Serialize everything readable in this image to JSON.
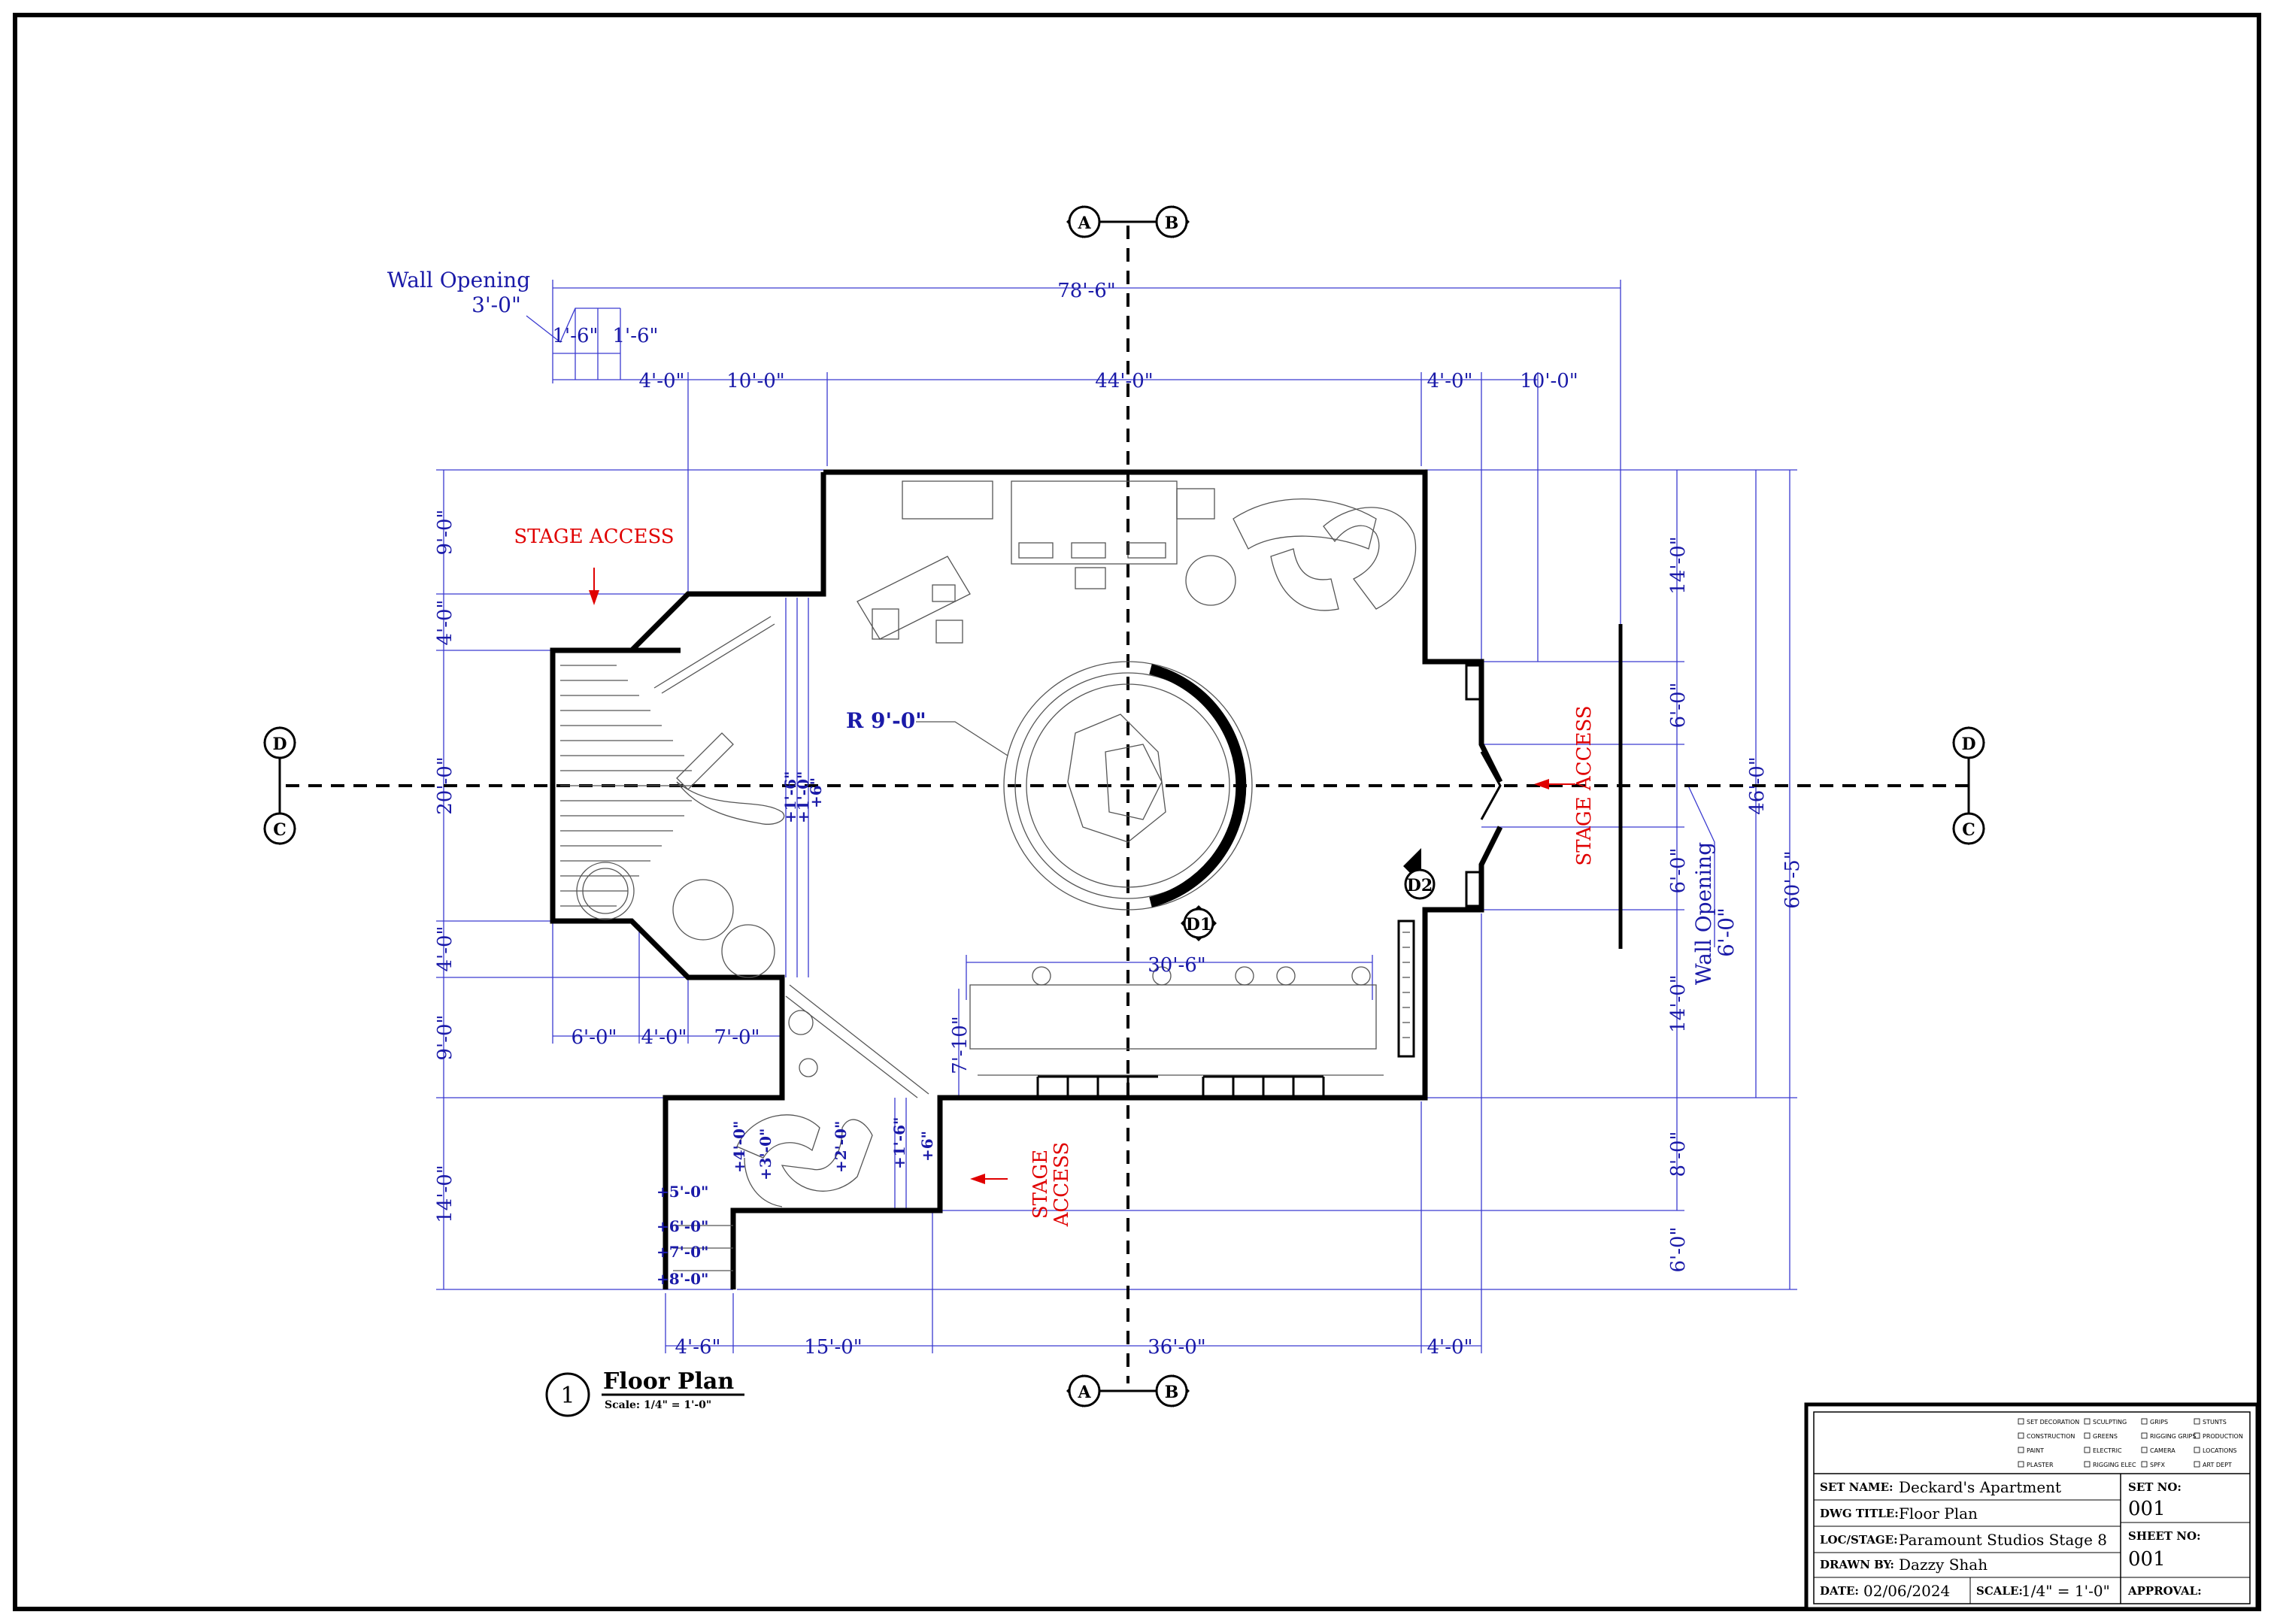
{
  "drawing": {
    "title": "Floor Plan",
    "scale_note": "Scale: 1/4\" = 1'-0\"",
    "detail_number": "1",
    "section_markers": [
      "A",
      "B",
      "C",
      "D",
      "D1",
      "D2"
    ],
    "radius_label": "R 9'-0\"",
    "annotations": {
      "stage_access": "STAGE ACCESS",
      "stage_access_line1": "STAGE",
      "stage_access_line2": "ACCESS",
      "wall_opening": "Wall Opening",
      "wall_opening_top_size": "3'-0\"",
      "wall_opening_right_size": "6'-0\""
    },
    "top_dimensions": [
      "78'-6\"",
      "1'-6\"",
      "1'-6\"",
      "4'-0\"",
      "10'-0\"",
      "44'-0\"",
      "4'-0\"",
      "10'-0\""
    ],
    "bottom_dimensions": [
      "4'-6\"",
      "15'-0\"",
      "36'-0\"",
      "4'-0\""
    ],
    "inner_dimensions": [
      "6'-0\"",
      "4'-0\"",
      "7'-0\"",
      "30'-6\"",
      "7'-10\""
    ],
    "left_dimensions": [
      "9'-0\"",
      "4'-0\"",
      "20'-0\"",
      "4'-0\"",
      "9'-0\"",
      "14'-0\""
    ],
    "right_dimensions": [
      "14'-0\"",
      "6'-0\"",
      "6'-0\"",
      "14'-0\"",
      "8'-0\"",
      "6'-0\"",
      "46'-0\"",
      "60'-5\""
    ],
    "elevations": [
      "+1'-6\"",
      "+1'-0\"",
      "+6\"",
      "+4'-0\"",
      "+3'-0\"",
      "+2'-0\"",
      "+1'-6\"",
      "+6\"",
      "+5'-0\"",
      "+6'-0\"",
      "+7'-0\"",
      "+8'-0\""
    ]
  },
  "title_block": {
    "departments": [
      "SET DECORATION",
      "SCULPTING",
      "GRIPS",
      "STUNTS",
      "CONSTRUCTION",
      "GREENS",
      "RIGGING GRIPS",
      "PRODUCTION",
      "PAINT",
      "ELECTRIC",
      "CAMERA",
      "LOCATIONS",
      "PLASTER",
      "RIGGING ELEC",
      "SPFX",
      "ART DEPT"
    ],
    "set_name_label": "SET NAME:",
    "set_name": "Deckard's Apartment",
    "dwg_title_label": "DWG TITLE:",
    "dwg_title": "Floor Plan",
    "loc_label": "LOC/STAGE:",
    "loc": "Paramount Studios Stage 8",
    "drawn_by_label": "DRAWN BY:",
    "drawn_by": "Dazzy Shah",
    "date_label": "DATE:",
    "date": "02/06/2024",
    "scale_label": "SCALE:",
    "scale": "1/4\" = 1'-0\"",
    "set_no_label": "SET NO:",
    "set_no": "001",
    "sheet_no_label": "SHEET NO:",
    "sheet_no": "001",
    "approval_label": "APPROVAL:"
  }
}
